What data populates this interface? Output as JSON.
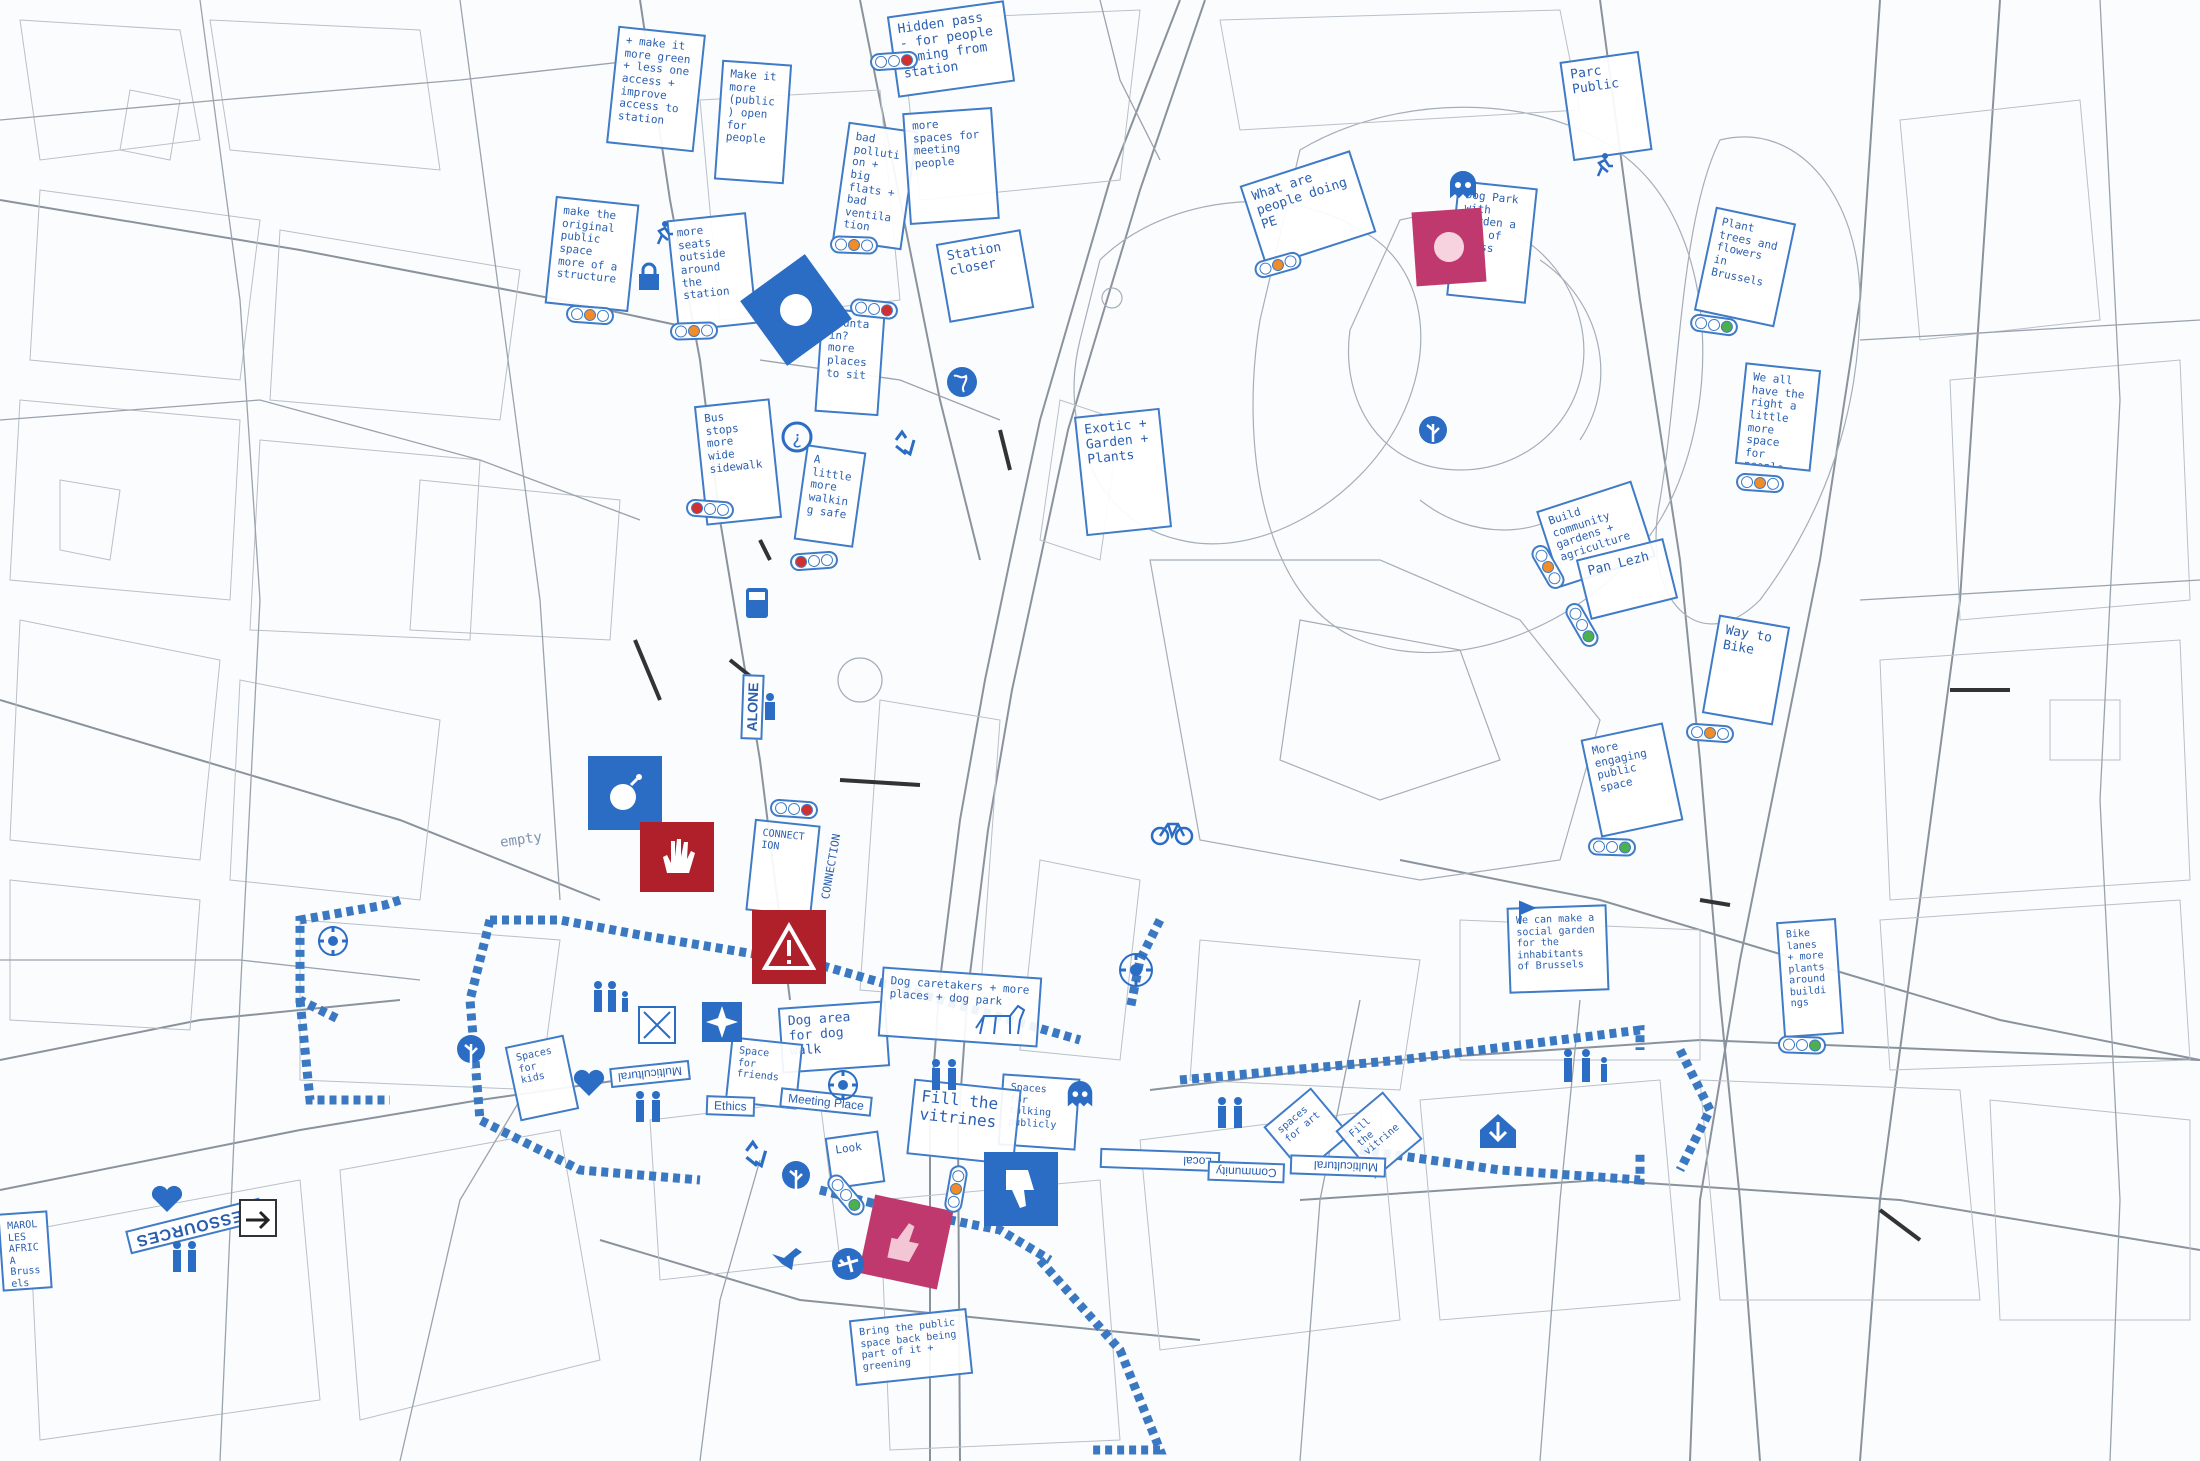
{
  "colors": {
    "ink_blue": "#2a5fb0",
    "sticker_blue": "#2b6cc4",
    "sticker_red": "#b0202a",
    "sticker_magenta": "#c0396e",
    "light_orange": "#f28c28",
    "light_green": "#4caf50",
    "light_red": "#d32f2f",
    "map_line": "#9aa3ad"
  },
  "notes": [
    {
      "id": "n1",
      "text": "Hidden pass - for people coming from station"
    },
    {
      "id": "n2",
      "text": "+ make it more green + less one access + improve access to station"
    },
    {
      "id": "n3",
      "text": "Make it more (public) open for people"
    },
    {
      "id": "n4",
      "text": "bad pollution + big flats + bad ventilation"
    },
    {
      "id": "n5",
      "text": "more spaces for meeting people"
    },
    {
      "id": "n6",
      "text": "make the original public space more of a structure"
    },
    {
      "id": "n7",
      "text": "more seats outside around the station"
    },
    {
      "id": "n8",
      "text": "Station closer"
    },
    {
      "id": "n9",
      "text": "Fountain? more places to sit"
    },
    {
      "id": "n10",
      "text": "Bus stops more wide sidewalk"
    },
    {
      "id": "n11",
      "text": "A little more walking safe"
    },
    {
      "id": "n12",
      "text": "Exotic + Garden + Plants"
    },
    {
      "id": "n13",
      "text": "Parc Public"
    },
    {
      "id": "n14",
      "text": "What are people doing PE"
    },
    {
      "id": "n15",
      "text": "Dog Park with garden a lot of grass"
    },
    {
      "id": "n16",
      "text": "Plant trees and flowers in Brussels"
    },
    {
      "id": "n17",
      "text": "We all have the right a little more space for people"
    },
    {
      "id": "n18",
      "text": "Build community gardens + agriculture"
    },
    {
      "id": "n19",
      "text": "Pan Lezh"
    },
    {
      "id": "n20",
      "text": "Way to Bike"
    },
    {
      "id": "n21",
      "text": "More engaging public space"
    },
    {
      "id": "n22",
      "text": "We can make a social garden for the inhabitants of Brussels"
    },
    {
      "id": "n23",
      "text": "Bike lanes + more plants around buildings"
    },
    {
      "id": "n24",
      "text": "Dog area for dog walk"
    },
    {
      "id": "n25",
      "text": "Dog caretakers + more places + dog park"
    },
    {
      "id": "n26",
      "text": "Spaces for kids"
    },
    {
      "id": "n27",
      "text": "Space for friends"
    },
    {
      "id": "n28",
      "text": "Spaces for talking publicly"
    },
    {
      "id": "n29",
      "text": "Fill the vitrines"
    },
    {
      "id": "n30",
      "text": "spaces for art"
    },
    {
      "id": "n31",
      "text": "Fill the vitrines"
    },
    {
      "id": "n32",
      "text": "Bring the public space back being part of it + greening"
    },
    {
      "id": "n33",
      "text": "CONNECTION"
    },
    {
      "id": "n34",
      "text": "Look"
    },
    {
      "id": "n35",
      "text": "MAROLLES AFRICA Brussels"
    }
  ],
  "labels": {
    "multicultural_1": "Multicultural",
    "ethics": "Ethics",
    "meeting_place": "Meeting Place",
    "local": "Local",
    "community": "Community",
    "multicultural_2": "Multicultural",
    "ressources": "RESSOURCES",
    "alone": "ALONE",
    "empty": "empty",
    "connection": "CONNECTION"
  },
  "stickers": [
    {
      "id": "s1",
      "icon": "bomb-icon",
      "color": "blue"
    },
    {
      "id": "s2",
      "icon": "stop-hand-icon",
      "color": "red"
    },
    {
      "id": "s3",
      "icon": "warning-icon",
      "color": "red"
    },
    {
      "id": "s4",
      "icon": "thumbs-down-icon",
      "color": "blue"
    },
    {
      "id": "s5",
      "icon": "thumbs-up-icon",
      "color": "magenta"
    },
    {
      "id": "s6",
      "icon": "circle-target-icon",
      "color": "blue"
    },
    {
      "id": "s7",
      "icon": "circle-target-icon",
      "color": "magenta"
    }
  ],
  "traffic_lights": [
    {
      "id": "t1",
      "active": "red"
    },
    {
      "id": "t2",
      "active": "orange"
    },
    {
      "id": "t3",
      "active": "orange"
    },
    {
      "id": "t4",
      "active": "red"
    },
    {
      "id": "t5",
      "active": "orange"
    },
    {
      "id": "t6",
      "active": "red"
    },
    {
      "id": "t7",
      "active": "red"
    },
    {
      "id": "t8",
      "active": "red"
    },
    {
      "id": "t9",
      "active": "orange"
    },
    {
      "id": "t10",
      "active": "green"
    },
    {
      "id": "t11",
      "active": "orange"
    },
    {
      "id": "t12",
      "active": "orange"
    },
    {
      "id": "t13",
      "active": "green"
    },
    {
      "id": "t14",
      "active": "orange"
    },
    {
      "id": "t15",
      "active": "green"
    },
    {
      "id": "t16",
      "active": "green"
    },
    {
      "id": "t17",
      "active": "green"
    },
    {
      "id": "t18",
      "active": "orange"
    }
  ],
  "pins": [
    {
      "id": "p1",
      "icon": "lock-icon"
    },
    {
      "id": "p2",
      "icon": "running-person-icon"
    },
    {
      "id": "p3",
      "icon": "globe-icon"
    },
    {
      "id": "p4",
      "icon": "info-question-icon"
    },
    {
      "id": "p5",
      "icon": "recycle-icon"
    },
    {
      "id": "p6",
      "icon": "bus-icon"
    },
    {
      "id": "p7",
      "icon": "person-icon"
    },
    {
      "id": "p8",
      "icon": "tree-icon"
    },
    {
      "id": "p9",
      "icon": "monster-icon"
    },
    {
      "id": "p10",
      "icon": "bicycle-icon"
    },
    {
      "id": "p11",
      "icon": "roundabout-icon"
    },
    {
      "id": "p12",
      "icon": "family-icon"
    },
    {
      "id": "p13",
      "icon": "tree-icon"
    },
    {
      "id": "p14",
      "icon": "heart-icon"
    },
    {
      "id": "p15",
      "icon": "family-icon"
    },
    {
      "id": "p16",
      "icon": "star-icon"
    },
    {
      "id": "p17",
      "icon": "roundabout-icon"
    },
    {
      "id": "p18",
      "icon": "family-icon"
    },
    {
      "id": "p19",
      "icon": "monster-icon"
    },
    {
      "id": "p20",
      "icon": "family-icon"
    },
    {
      "id": "p21",
      "icon": "house-down-icon"
    },
    {
      "id": "p22",
      "icon": "family-icon"
    },
    {
      "id": "p23",
      "icon": "heart-icon"
    },
    {
      "id": "p24",
      "icon": "family-icon"
    },
    {
      "id": "p25",
      "icon": "arrow-icon"
    },
    {
      "id": "p26",
      "icon": "bird-icon"
    },
    {
      "id": "p27",
      "icon": "plane-icon"
    },
    {
      "id": "p28",
      "icon": "recycle-icon"
    },
    {
      "id": "p29",
      "icon": "roundabout-icon"
    },
    {
      "id": "p30",
      "icon": "flag-icon"
    },
    {
      "id": "p31",
      "icon": "tree-icon"
    },
    {
      "id": "p32",
      "icon": "running-person-icon"
    },
    {
      "id": "p33",
      "icon": "monster-icon"
    }
  ]
}
